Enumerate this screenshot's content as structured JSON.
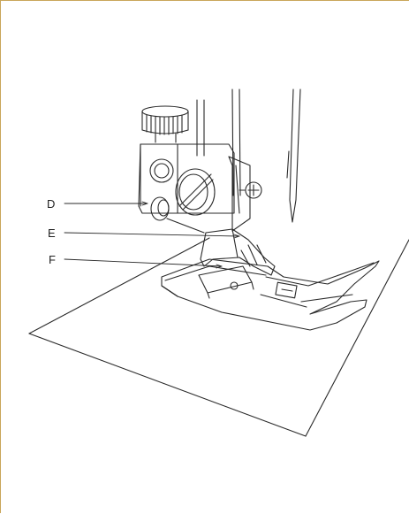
{
  "diagram": {
    "callouts": [
      {
        "id": "D",
        "label": "D"
      },
      {
        "id": "E",
        "label": "E"
      },
      {
        "id": "F",
        "label": "F"
      }
    ]
  }
}
